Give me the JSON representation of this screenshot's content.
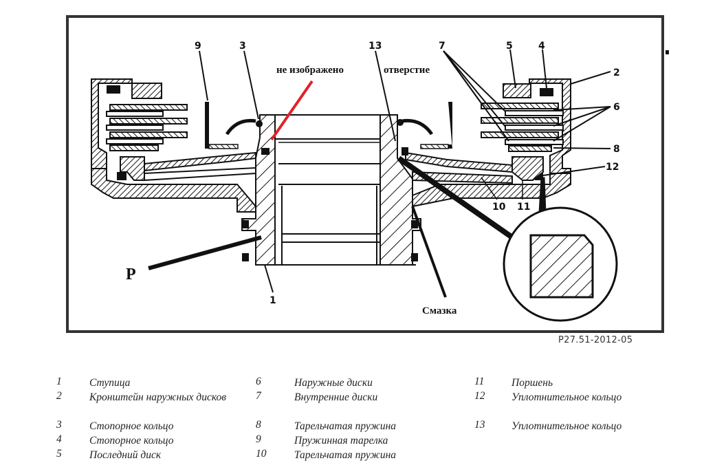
{
  "diagram": {
    "callouts": {
      "c9": "9",
      "c3": "3",
      "c13": "13",
      "c7": "7",
      "c5": "5",
      "c4": "4",
      "c2": "2",
      "c6": "6",
      "c8": "8",
      "c12": "12",
      "c10": "10",
      "c11": "11",
      "c1": "1"
    },
    "annotations": {
      "not_shown": "не изображено",
      "hole": "отверстие",
      "pressure": "P",
      "lubrication": "Смазка"
    },
    "highlight_color": "#e0222a",
    "reference_code": "P27.51-2012-05"
  },
  "legend": {
    "columns": [
      [
        {
          "num": "1",
          "label": "Ступица"
        },
        {
          "num": "2",
          "label": "Кронштейн наружных дисков"
        },
        {
          "num": "3",
          "label": "Стопорное кольцо"
        },
        {
          "num": "4",
          "label": "Стопорное кольцо"
        },
        {
          "num": "5",
          "label": "Последний диск"
        }
      ],
      [
        {
          "num": "6",
          "label": "Наружные диски"
        },
        {
          "num": "7",
          "label": "Внутренние диски"
        },
        {
          "num": "8",
          "label": "Тарельчатая пружина"
        },
        {
          "num": "9",
          "label": "Пружинная тарелка"
        },
        {
          "num": "10",
          "label": "Тарельчатая пружина"
        }
      ],
      [
        {
          "num": "11",
          "label": "Поршень"
        },
        {
          "num": "12",
          "label": "Уплотнительное кольцо"
        },
        {
          "num": "13",
          "label": "Уплотнительное кольцо"
        }
      ]
    ]
  }
}
